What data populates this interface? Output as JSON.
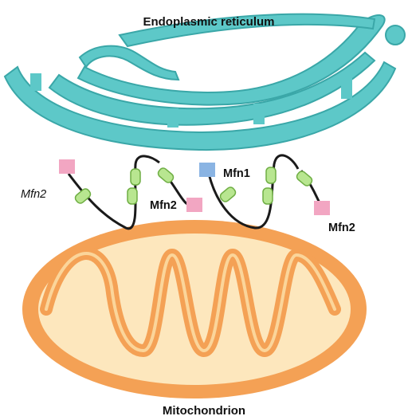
{
  "labels": {
    "er": "Endoplasmic reticulum",
    "mito": "Mitochondrion",
    "mfn2_left": "Mfn2",
    "mfn2_mid": "Mfn2",
    "mfn1": "Mfn1",
    "mfn2_right": "Mfn2"
  },
  "colors": {
    "er_fill": "#5dc8c8",
    "er_stroke": "#3aa7a8",
    "mito_outer": "#f4a155",
    "mito_inner": "#fde7bd",
    "cristae": "#f4a155",
    "helix_fill": "#b8e690",
    "helix_stroke": "#6fae44",
    "mfn2_box": "#f2a6c2",
    "mfn1_box": "#8ab4e3",
    "linker": "#1a1a1a"
  }
}
